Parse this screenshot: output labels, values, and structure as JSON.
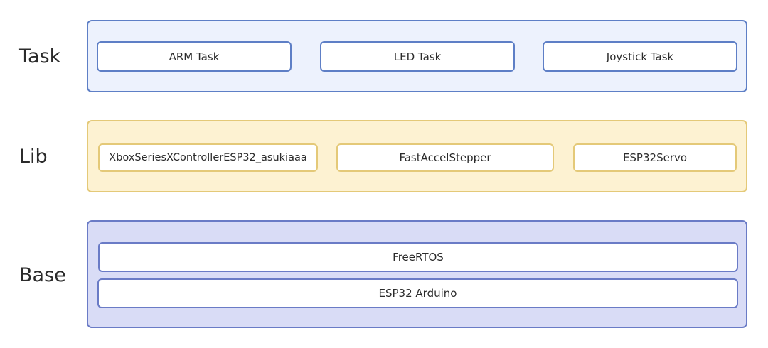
{
  "layers": {
    "task": {
      "label": "Task",
      "items": [
        "ARM Task",
        "LED Task",
        "Joystick Task"
      ]
    },
    "lib": {
      "label": "Lib",
      "items": [
        "XboxSeriesXControllerESP32_asukiaaa",
        "FastAccelStepper",
        "ESP32Servo"
      ]
    },
    "base": {
      "label": "Base",
      "items": [
        "FreeRTOS",
        "ESP32 Arduino"
      ]
    }
  },
  "colors": {
    "task_fill": "#edf2fd",
    "task_border": "#5e7fc6",
    "lib_fill": "#fdf2d2",
    "lib_border": "#e4c978",
    "base_fill": "#d9dcf6",
    "base_border": "#6a7bc6"
  }
}
